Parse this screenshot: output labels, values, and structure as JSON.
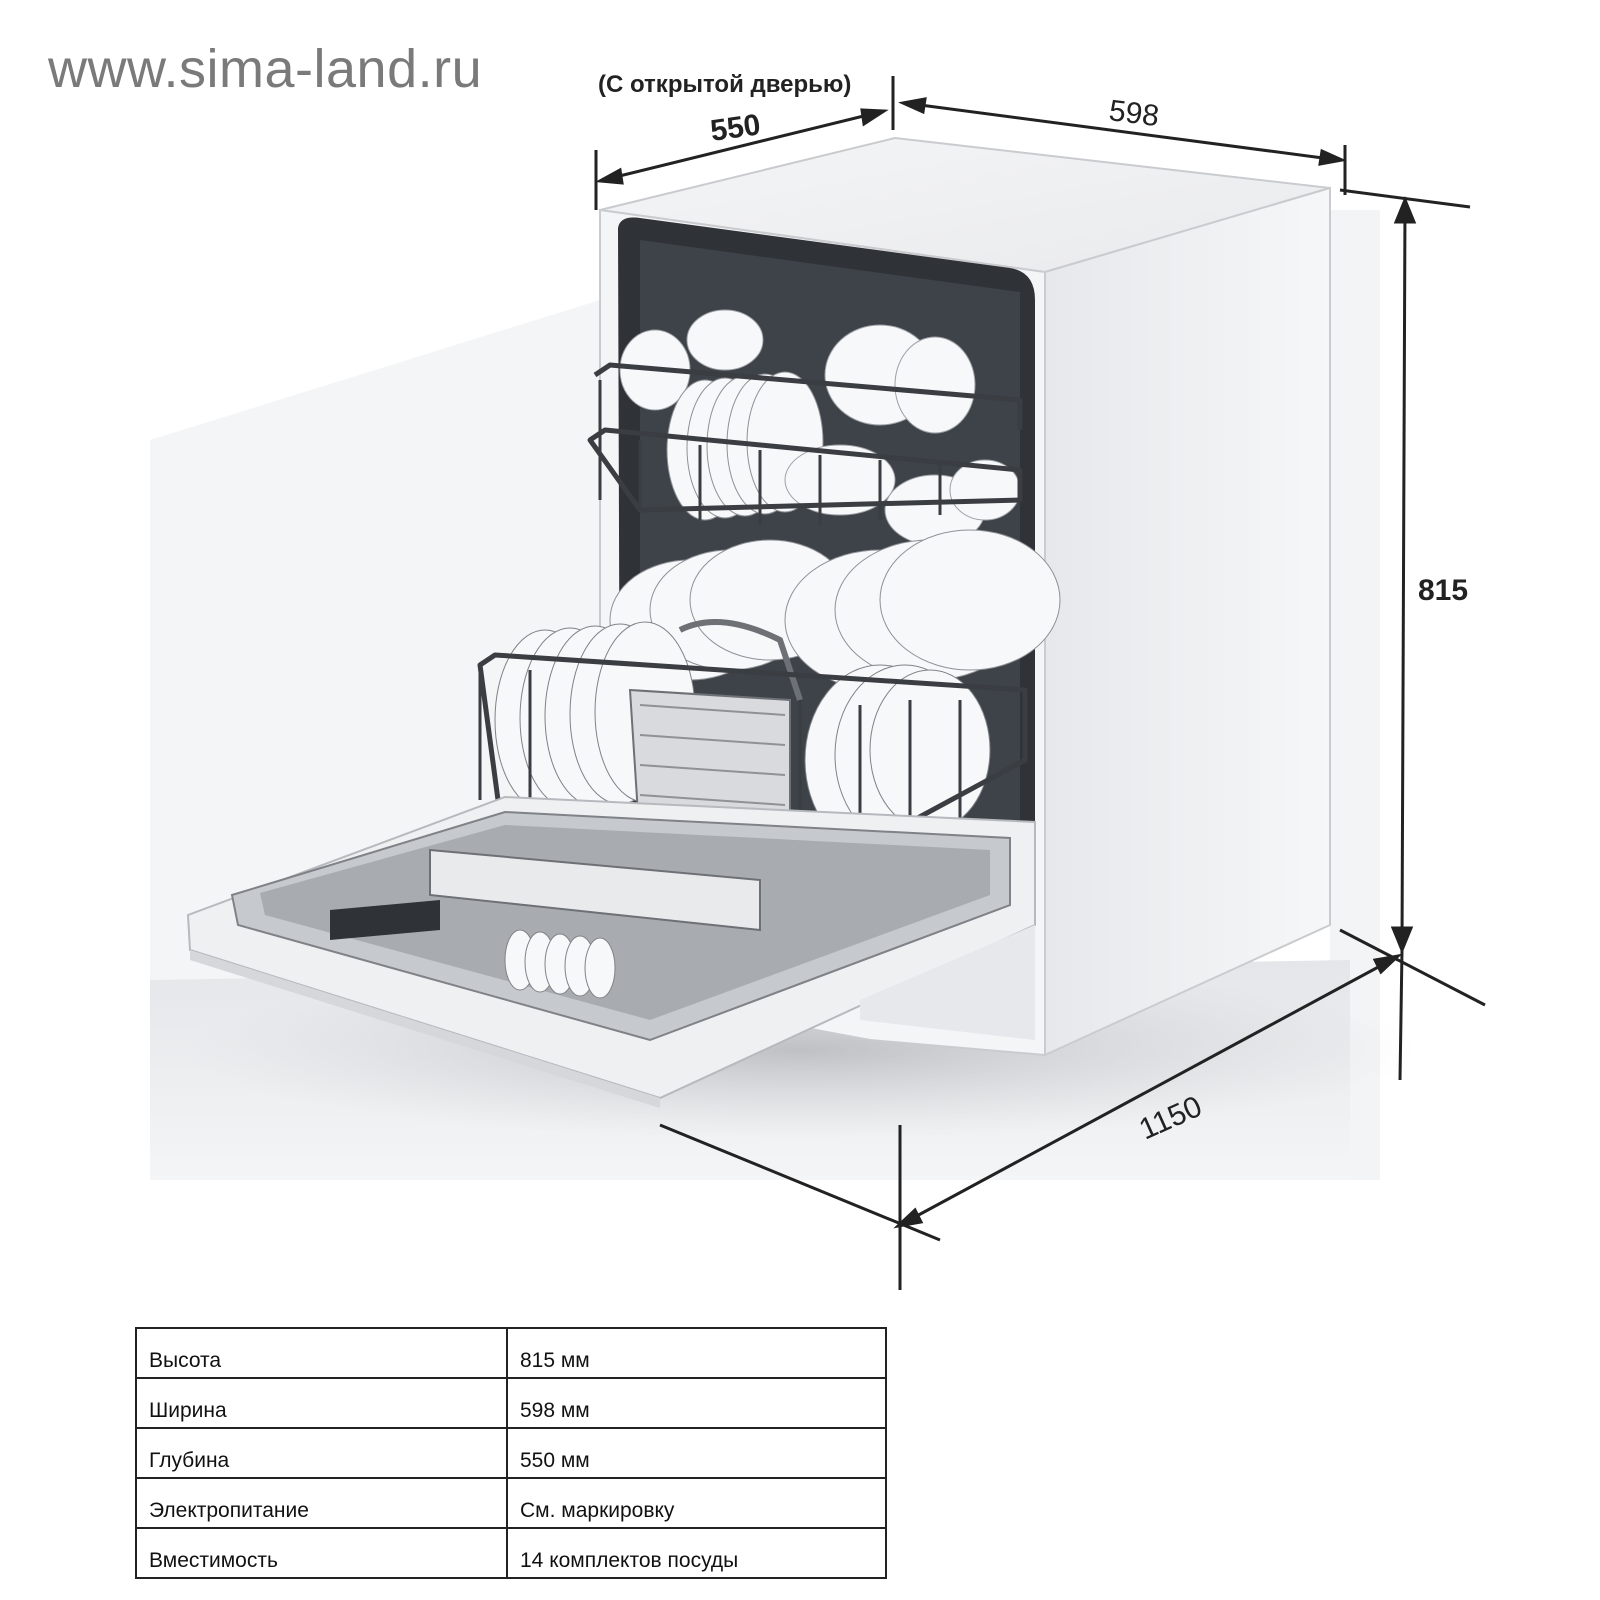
{
  "watermark": "www.sima-land.ru",
  "illustration": {
    "subject": "dishwasher-with-open-door",
    "dimensions": {
      "door_note": "(С открытой дверью)",
      "depth_open": "550",
      "width": "598",
      "height": "815",
      "depth_door_open": "1150"
    }
  },
  "specs": [
    {
      "label": "Высота",
      "value": "815 мм"
    },
    {
      "label": "Ширина",
      "value": "598 мм"
    },
    {
      "label": "Глубина",
      "value": "550 мм"
    },
    {
      "label": "Электропитание",
      "value": "См. маркировку"
    },
    {
      "label": "Вместимость",
      "value": "14 комплектов посуды"
    }
  ],
  "colors": {
    "appliance_body": "#f2f3f5",
    "appliance_shadow": "#d9dbde",
    "interior_dark": "#2f3237",
    "rack_wire": "#3a3d42",
    "dish_white": "#f7f8fa",
    "dimension_line": "#222222"
  }
}
